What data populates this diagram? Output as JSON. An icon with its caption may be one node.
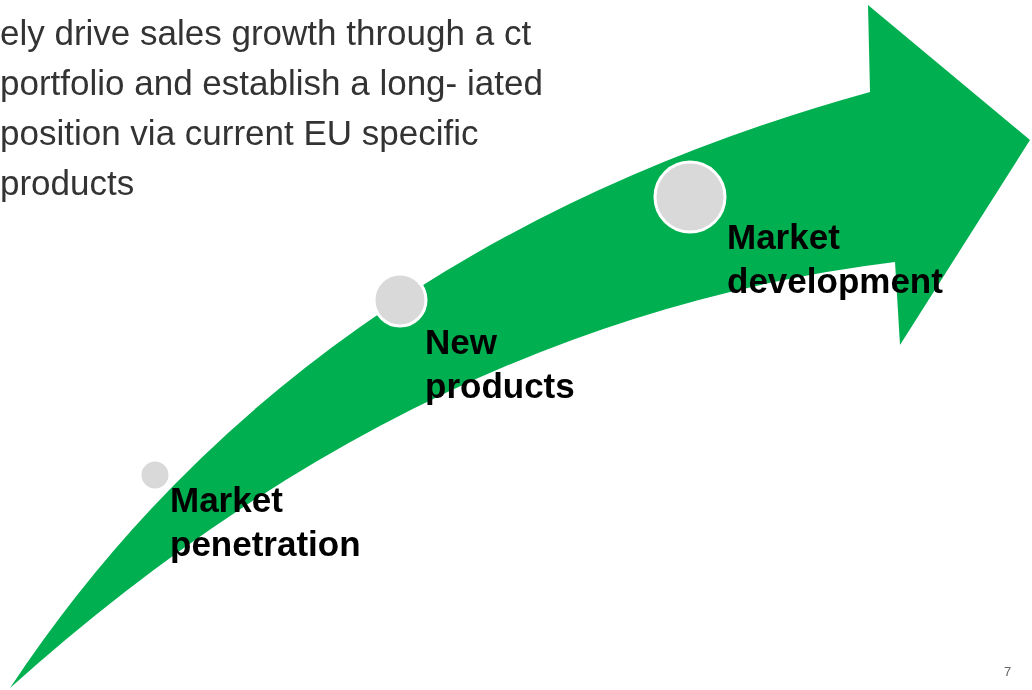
{
  "diagram": {
    "nodes": [
      {
        "text": [],
        "shape": "circle",
        "beside": [
          "Market penetration"
        ]
      },
      {
        "text": [],
        "shape": "circle",
        "beside": [
          "New products"
        ]
      },
      {
        "text": [],
        "shape": "circle",
        "beside": [
          "Market development"
        ]
      }
    ],
    "edges": [],
    "labels": [
      "ely drive sales growth through a ct portfolio and establish a long- iated position via current EU specific products",
      "7"
    ]
  }
}
